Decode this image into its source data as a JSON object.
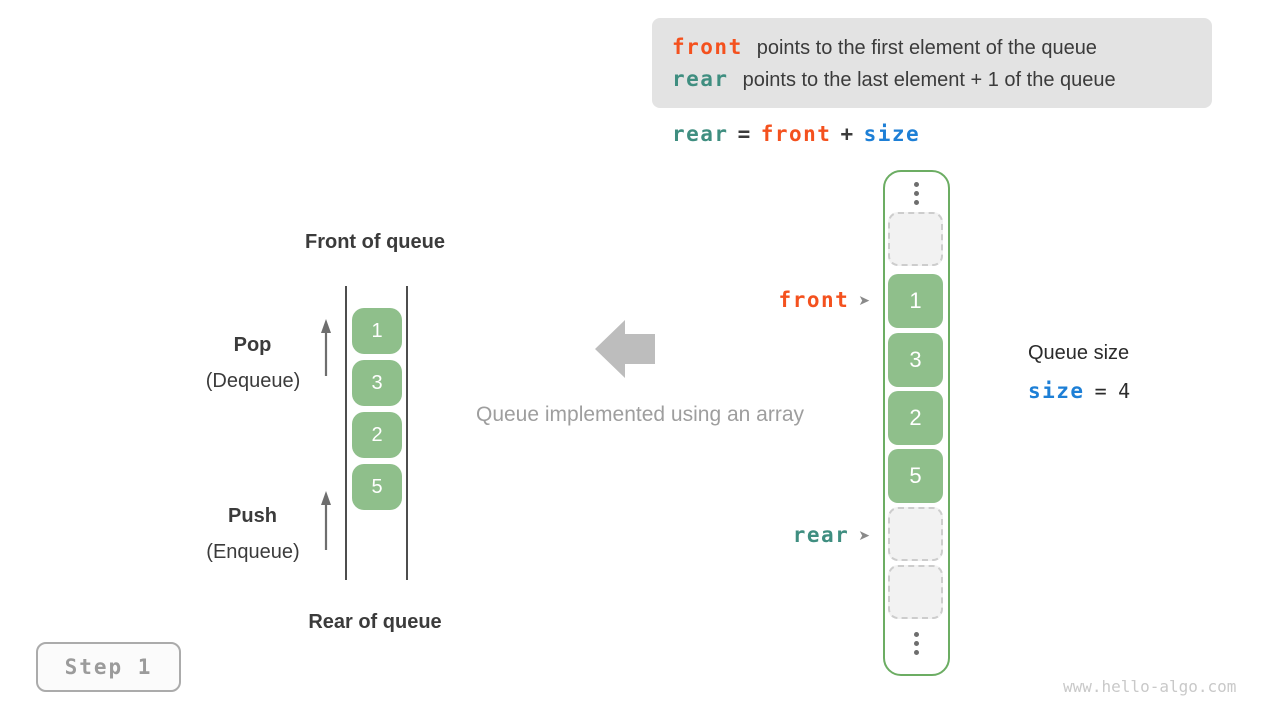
{
  "info_box": {
    "line1": {
      "code": "front",
      "text": "points to the first element of the queue"
    },
    "line2": {
      "code": "rear",
      "text": "points to the last element + 1 of the queue"
    }
  },
  "formula": {
    "rear": "rear",
    "equals": "=",
    "front": "front",
    "plus": "+",
    "size": "size"
  },
  "array_panel": {
    "cells": [
      "1",
      "3",
      "2",
      "5"
    ],
    "front_pointer_label": "front",
    "rear_pointer_label": "rear"
  },
  "queue_size": {
    "title": "Queue size",
    "var": "size",
    "equals": "=",
    "value": "4"
  },
  "left_queue": {
    "front_label": "Front of queue",
    "rear_label": "Rear of queue",
    "cells": [
      "1",
      "3",
      "2",
      "5"
    ],
    "pop_title": "Pop",
    "pop_subtitle": "(Dequeue)",
    "push_title": "Push",
    "push_subtitle": "(Enqueue)"
  },
  "center": {
    "caption": "Queue implemented using an array"
  },
  "step_badge": {
    "label": "Step 1"
  },
  "watermark": "www.hello-algo.com",
  "icons": {
    "pointer_arrow": "➤"
  },
  "colors": {
    "front_accent": "#f4511e",
    "rear_accent": "#3f8e80",
    "size_accent": "#1d7fd6",
    "cell_green": "#8fbf8b",
    "container_border_green": "#6cad63",
    "info_box_bg": "#e3e3e3",
    "muted_gray": "#9e9e9e",
    "block_arrow_gray": "#bdbdbd"
  }
}
